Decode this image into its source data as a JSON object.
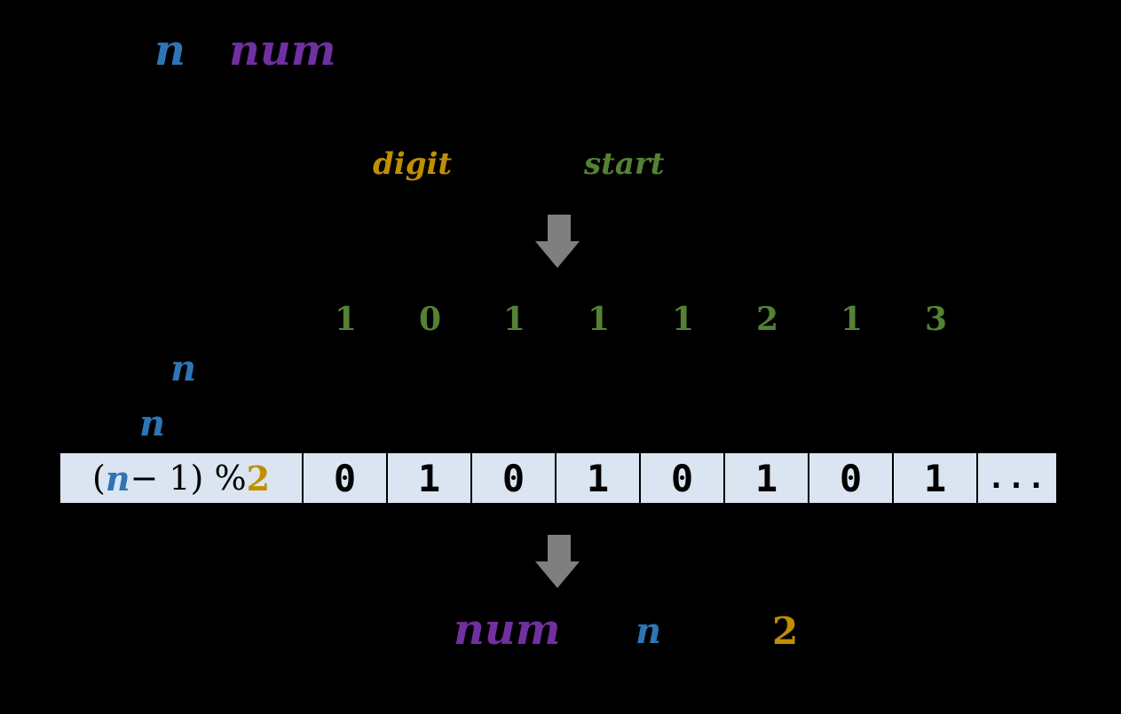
{
  "colors": {
    "background": "#000000",
    "var_n_blue": "#2E75B6",
    "var_num_purple": "#7030A0",
    "var_digit_gold": "#BF8F00",
    "var_start_green": "#548235",
    "arrow_gray": "#7F7F7F",
    "table_cell_bg": "#DBE5F1",
    "table_border": "#000000",
    "table_text": "#000000"
  },
  "header": {
    "n": "n",
    "num": "num"
  },
  "step": {
    "digit": "digit",
    "start": "start"
  },
  "sequence_row": {
    "values": [
      "1",
      "0",
      "1",
      "1",
      "1",
      "2",
      "1",
      "3"
    ]
  },
  "annotations": {
    "n_upper": "n",
    "n_lower": "n"
  },
  "table": {
    "label_open": "(",
    "label_n": "n",
    "label_mid": " − 1) % ",
    "label_mod": "2",
    "cells": [
      "0",
      "1",
      "0",
      "1",
      "0",
      "1",
      "0",
      "1"
    ],
    "ellipsis": "..."
  },
  "footer": {
    "num": "num",
    "n": "n",
    "two": "2"
  },
  "icons": {
    "arrow_down_1": "down-arrow",
    "arrow_down_2": "down-arrow"
  }
}
